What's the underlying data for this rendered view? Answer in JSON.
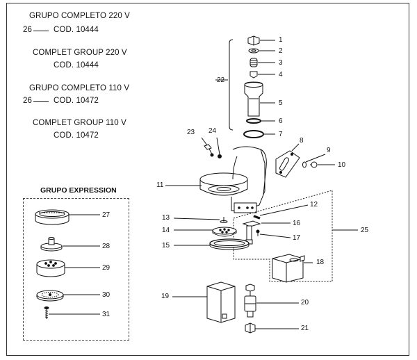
{
  "groups": [
    {
      "line1": "GRUPO COMPLETO 220 V",
      "ref": "26",
      "line2": "COD. 10444"
    },
    {
      "line1": "COMPLET GROUP 220 V",
      "ref": "",
      "line2": "COD. 10444"
    },
    {
      "line1": "GRUPO COMPLETO 110 V",
      "ref": "26",
      "line2": "COD. 10472"
    },
    {
      "line1": "COMPLET GROUP 110 V",
      "ref": "",
      "line2": "COD. 10472"
    }
  ],
  "expression": {
    "title": "GRUPO EXPRESSION",
    "parts": [
      "27",
      "28",
      "29",
      "30",
      "31"
    ]
  },
  "callouts": [
    "1",
    "2",
    "3",
    "4",
    "5",
    "6",
    "7",
    "8",
    "9",
    "10",
    "11",
    "12",
    "13",
    "14",
    "15",
    "16",
    "17",
    "18",
    "19",
    "20",
    "21",
    "22",
    "23",
    "24",
    "25"
  ]
}
